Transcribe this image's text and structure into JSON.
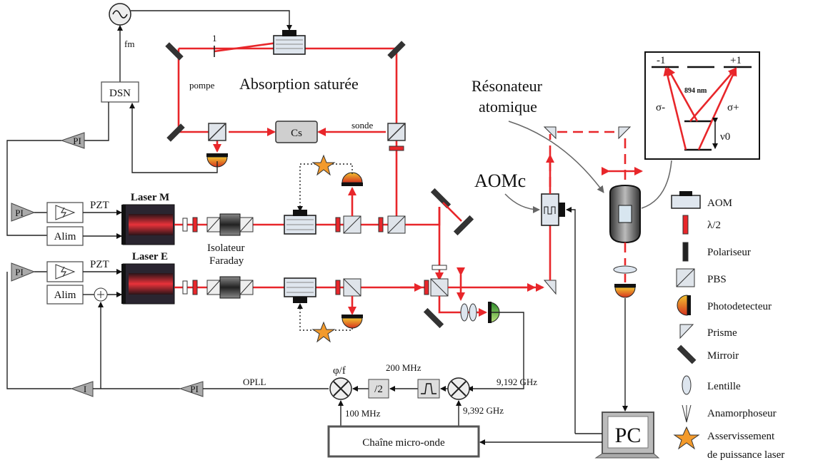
{
  "titles": {
    "absorption": "Absorption saturée",
    "resonator_line1": "Résonateur",
    "resonator_line2": "atomique",
    "aomc": "AOMc"
  },
  "labels": {
    "fm": "fm",
    "dsn": "DSN",
    "pi": "PI",
    "pzt": "PZT",
    "alim": "Alim",
    "laser_m": "Laser M",
    "laser_e": "Laser E",
    "isolator_line1": "Isolateur",
    "isolator_line2": "Faraday",
    "pompe": "pompe",
    "sonde": "sonde",
    "cs": "Cs",
    "one": "1",
    "integrator": "I",
    "opll": "OPLL",
    "phi_f": "φ/f",
    "div2": "/2",
    "mhz200": "200 MHz",
    "mhz100": "100 MHz",
    "ghz9192": "9,192 GHz",
    "ghz9392": "9,392 GHz",
    "microwave": "Chaîne micro-onde",
    "pc": "PC"
  },
  "level_diagram": {
    "minus1": "-1",
    "plus1": "+1",
    "wavelength": "894 nm",
    "sigma_minus": "σ-",
    "sigma_plus": "σ+",
    "nu0": "ν0"
  },
  "legend": [
    {
      "key": "aom",
      "label": "AOM"
    },
    {
      "key": "halfwave",
      "label": "λ/2"
    },
    {
      "key": "polarizer",
      "label": "Polariseur"
    },
    {
      "key": "pbs",
      "label": "PBS"
    },
    {
      "key": "photodetector",
      "label": "Photodetecteur"
    },
    {
      "key": "prism",
      "label": "Prisme"
    },
    {
      "key": "mirror",
      "label": "Mirroir"
    },
    {
      "key": "lens",
      "label": "Lentille"
    },
    {
      "key": "anamorph",
      "label": "Anamorphoseur"
    },
    {
      "key": "servo",
      "label": "Asservissement"
    },
    {
      "key": "servo2",
      "label": "de puissance laser"
    }
  ],
  "colors": {
    "beam": "#e8262a",
    "laser_body": "#2a2530",
    "laser_red": "#c9202a",
    "photodetector": "#e0632a",
    "photodetector_green": "#3aa33a",
    "star": "#f39a2b"
  }
}
